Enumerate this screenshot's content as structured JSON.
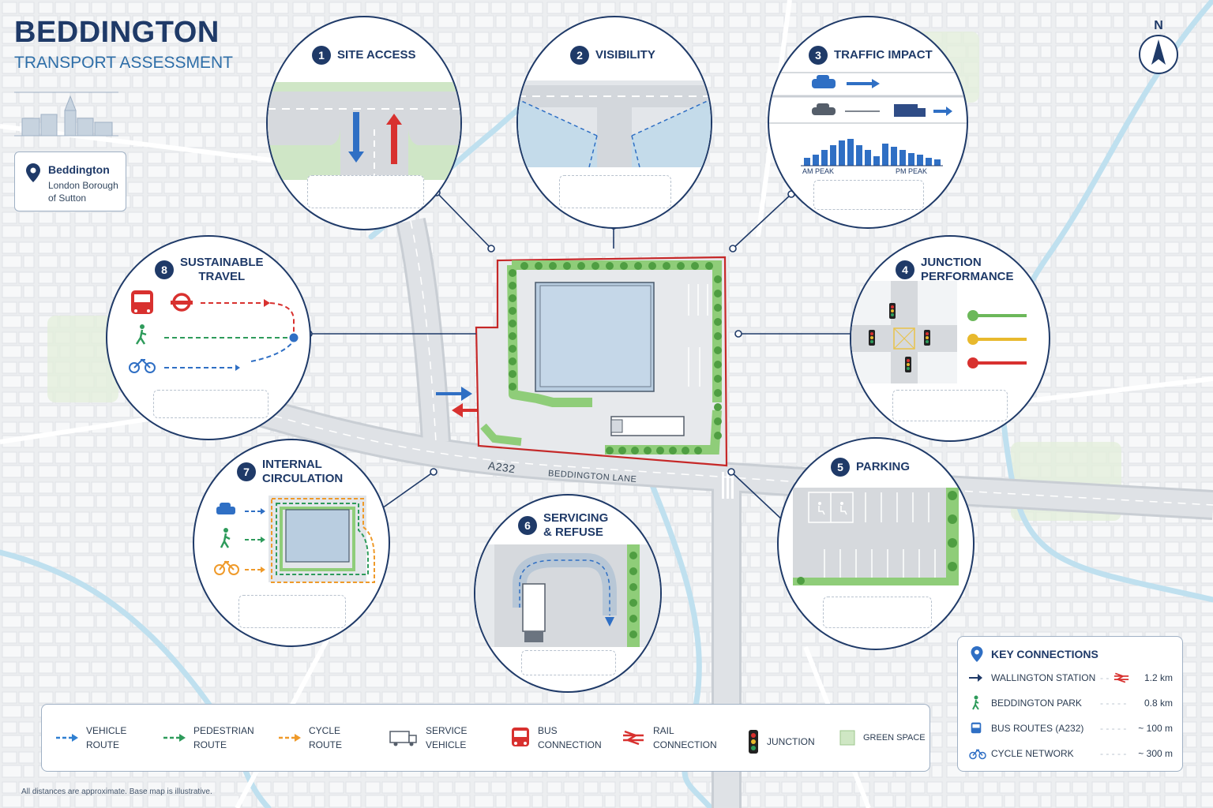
{
  "header": {
    "title": "BEDDINGTON",
    "subtitle": "TRANSPORT ASSESSMENT"
  },
  "location": {
    "name": "Beddington",
    "line1": "London Borough",
    "line2": "of Sutton",
    "icon": "location-pin-icon"
  },
  "north_label": "N",
  "roads": {
    "a232": "A232",
    "lane": "BEDDINGTON LANE"
  },
  "panels": {
    "p1": {
      "number": "1",
      "title": "SITE ACCESS"
    },
    "p2": {
      "number": "2",
      "title": "VISIBILITY"
    },
    "p3": {
      "number": "3",
      "title": "TRAFFIC IMPACT",
      "am": "AM PEAK",
      "pm": "PM PEAK"
    },
    "p4": {
      "number": "4",
      "title_l1": "JUNCTION",
      "title_l2": "PERFORMANCE"
    },
    "p5": {
      "number": "5",
      "title": "PARKING"
    },
    "p6": {
      "number": "6",
      "title_l1": "SERVICING",
      "title_l2": "& REFUSE"
    },
    "p7": {
      "number": "7",
      "title_l1": "INTERNAL",
      "title_l2": "CIRCULATION"
    },
    "p8": {
      "number": "8",
      "title_l1": "SUSTAINABLE",
      "title_l2": "TRAVEL"
    }
  },
  "legend": [
    {
      "l1": "VEHICLE",
      "l2": "ROUTE",
      "icon": "vehicle-route-arrow-icon",
      "color": "#2f7fd1"
    },
    {
      "l1": "PEDESTRIAN",
      "l2": "ROUTE",
      "icon": "pedestrian-route-arrow-icon",
      "color": "#2e9b5b"
    },
    {
      "l1": "CYCLE",
      "l2": "ROUTE",
      "icon": "cycle-route-arrow-icon",
      "color": "#ef9a2a"
    },
    {
      "l1": "SERVICE",
      "l2": "VEHICLE",
      "icon": "service-truck-icon",
      "color": "#555e6a"
    },
    {
      "l1": "BUS",
      "l2": "CONNECTION",
      "icon": "bus-icon",
      "color": "#d8312f"
    },
    {
      "l1": "RAIL",
      "l2": "CONNECTION",
      "icon": "rail-icon",
      "color": "#d8312f"
    },
    {
      "l1": "JUNCTION",
      "l2": "",
      "icon": "traffic-light-icon",
      "color": "#222222"
    },
    {
      "l1": "GREEN SPACE",
      "l2": "",
      "icon": "green-space-swatch-icon",
      "color": "#cfe7c4"
    }
  ],
  "key_connections": {
    "title": "KEY CONNECTIONS",
    "rows": [
      {
        "label": "WALLINGTON STATION",
        "distance": "1.2 km",
        "icon": "arrow-icon"
      },
      {
        "label": "BEDDINGTON PARK",
        "distance": "0.8 km",
        "icon": "pedestrian-icon"
      },
      {
        "label": "BUS ROUTES (A232)",
        "distance": "~ 100 m",
        "icon": "bus-icon"
      },
      {
        "label": "CYCLE NETWORK",
        "distance": "~ 300 m",
        "icon": "bicycle-icon"
      }
    ]
  },
  "footnote": "All distances are approximate. Base map is illustrative.",
  "colors": {
    "navy": "#1f3a68",
    "site_boundary": "#c62828",
    "green": "#7cc36a",
    "vehicle": "#2f7fd1",
    "pedestrian": "#2e9b5b",
    "cycle": "#ef9a2a",
    "bus_rail": "#d8312f"
  }
}
